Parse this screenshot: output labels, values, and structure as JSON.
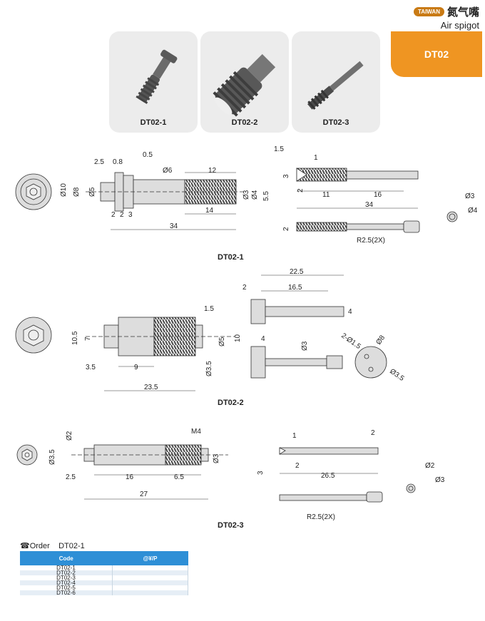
{
  "brand": {
    "logo_text": "TAIWAN",
    "title_zh": "氮气嘴",
    "title_en": "Air spigot"
  },
  "tab": {
    "label": "DT02"
  },
  "photos": [
    {
      "caption": "DT02-1"
    },
    {
      "caption": "DT02-2"
    },
    {
      "caption": "DT02-3"
    }
  ],
  "drawings": {
    "dt02_1": {
      "caption": "DT02-1",
      "dims": [
        "2.5",
        "0.8",
        "0.5",
        "Ø6",
        "12",
        "Ø10",
        "Ø8",
        "Ø5",
        "Ø3",
        "Ø4",
        "5.5",
        "2",
        "2",
        "3",
        "14",
        "34"
      ],
      "pin_dims": [
        "1.5",
        "1",
        "3",
        "2",
        "11",
        "16",
        "34",
        "2",
        "R2.5(2X)",
        "Ø3",
        "Ø4"
      ]
    },
    "dt02_2": {
      "caption": "DT02-2",
      "dims": [
        "1.5",
        "10.5",
        "7",
        "Ø5",
        "10",
        "3.5",
        "9",
        "Ø3.5",
        "23.5"
      ],
      "pin_dims": [
        "22.5",
        "2",
        "16.5",
        "4",
        "4",
        "Ø3",
        "2-Ø1.5",
        "Ø8",
        "Ø3.5"
      ]
    },
    "dt02_3": {
      "caption": "DT02-3",
      "dims": [
        "M4",
        "Ø2",
        "Ø3.5",
        "Ø3",
        "2.5",
        "16",
        "6.5",
        "27"
      ],
      "pin_dims": [
        "1",
        "2",
        "3",
        "2",
        "26.5",
        "R2.5(2X)",
        "Ø2",
        "Ø3"
      ]
    }
  },
  "order": {
    "label": "Order",
    "example": "DT02-1",
    "columns": [
      "Code",
      "@¥/P"
    ],
    "rows": [
      {
        "code": "DT02-1",
        "price": ""
      },
      {
        "code": "DT02-2",
        "price": ""
      },
      {
        "code": "DT02-3",
        "price": ""
      },
      {
        "code": "DT02-4",
        "price": ""
      },
      {
        "code": "DT02-5",
        "price": ""
      },
      {
        "code": "DT02-6",
        "price": ""
      }
    ]
  }
}
